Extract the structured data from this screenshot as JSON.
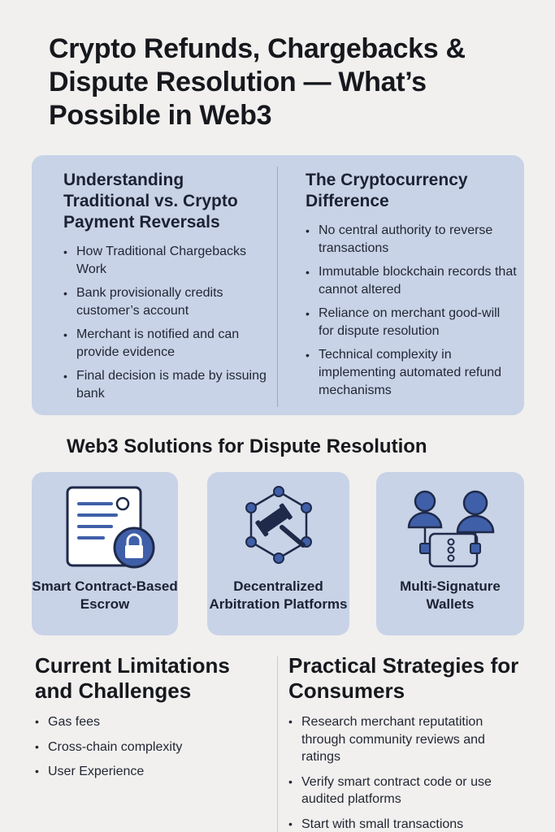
{
  "title": "Crypto Refunds, Chargebacks & Dispute Resolution — What’s Possible in Web3",
  "traditional": {
    "heading": "Understanding Traditional vs. Crypto Payment Reversals",
    "items": [
      "How Traditional Chargebacks Work",
      "Bank provisionally credits customer’s account",
      "Merchant is notified and can provide evidence",
      "Final decision is made by issuing bank"
    ]
  },
  "crypto": {
    "heading": "The Cryptocurrency Difference",
    "items": [
      "No central authority to reverse transactions",
      "Immutable blockchain records that cannot altered",
      "Reliance on merchant good-will for dispute resolution",
      "Technical complexity in implementing automated refund mechanisms"
    ]
  },
  "solutions": {
    "heading": "Web3 Solutions for Dispute Resolution",
    "cards": [
      {
        "label": "Smart Contract-Based Escrow",
        "icon": "document-lock-icon"
      },
      {
        "label": "Decentralized Arbitration Platforms",
        "icon": "gavel-network-icon"
      },
      {
        "label": "Multi-Signature Wallets",
        "icon": "multi-user-wallet-icon"
      }
    ]
  },
  "limitations": {
    "heading": "Current Limitations and Challenges",
    "items": [
      "Gas fees",
      "Cross-chain complexity",
      "User Experience"
    ]
  },
  "strategies": {
    "heading": "Practical Strategies for Consumers",
    "items": [
      "Research merchant reputatition through community reviews and ratings",
      "Verify smart contract code or use audited platforms",
      "Start with small transactions"
    ]
  },
  "colors": {
    "background": "#f1f0ee",
    "panel": "#c8d3e7",
    "icon_blue": "#3f5fa8",
    "icon_navy": "#1f2a4a"
  }
}
